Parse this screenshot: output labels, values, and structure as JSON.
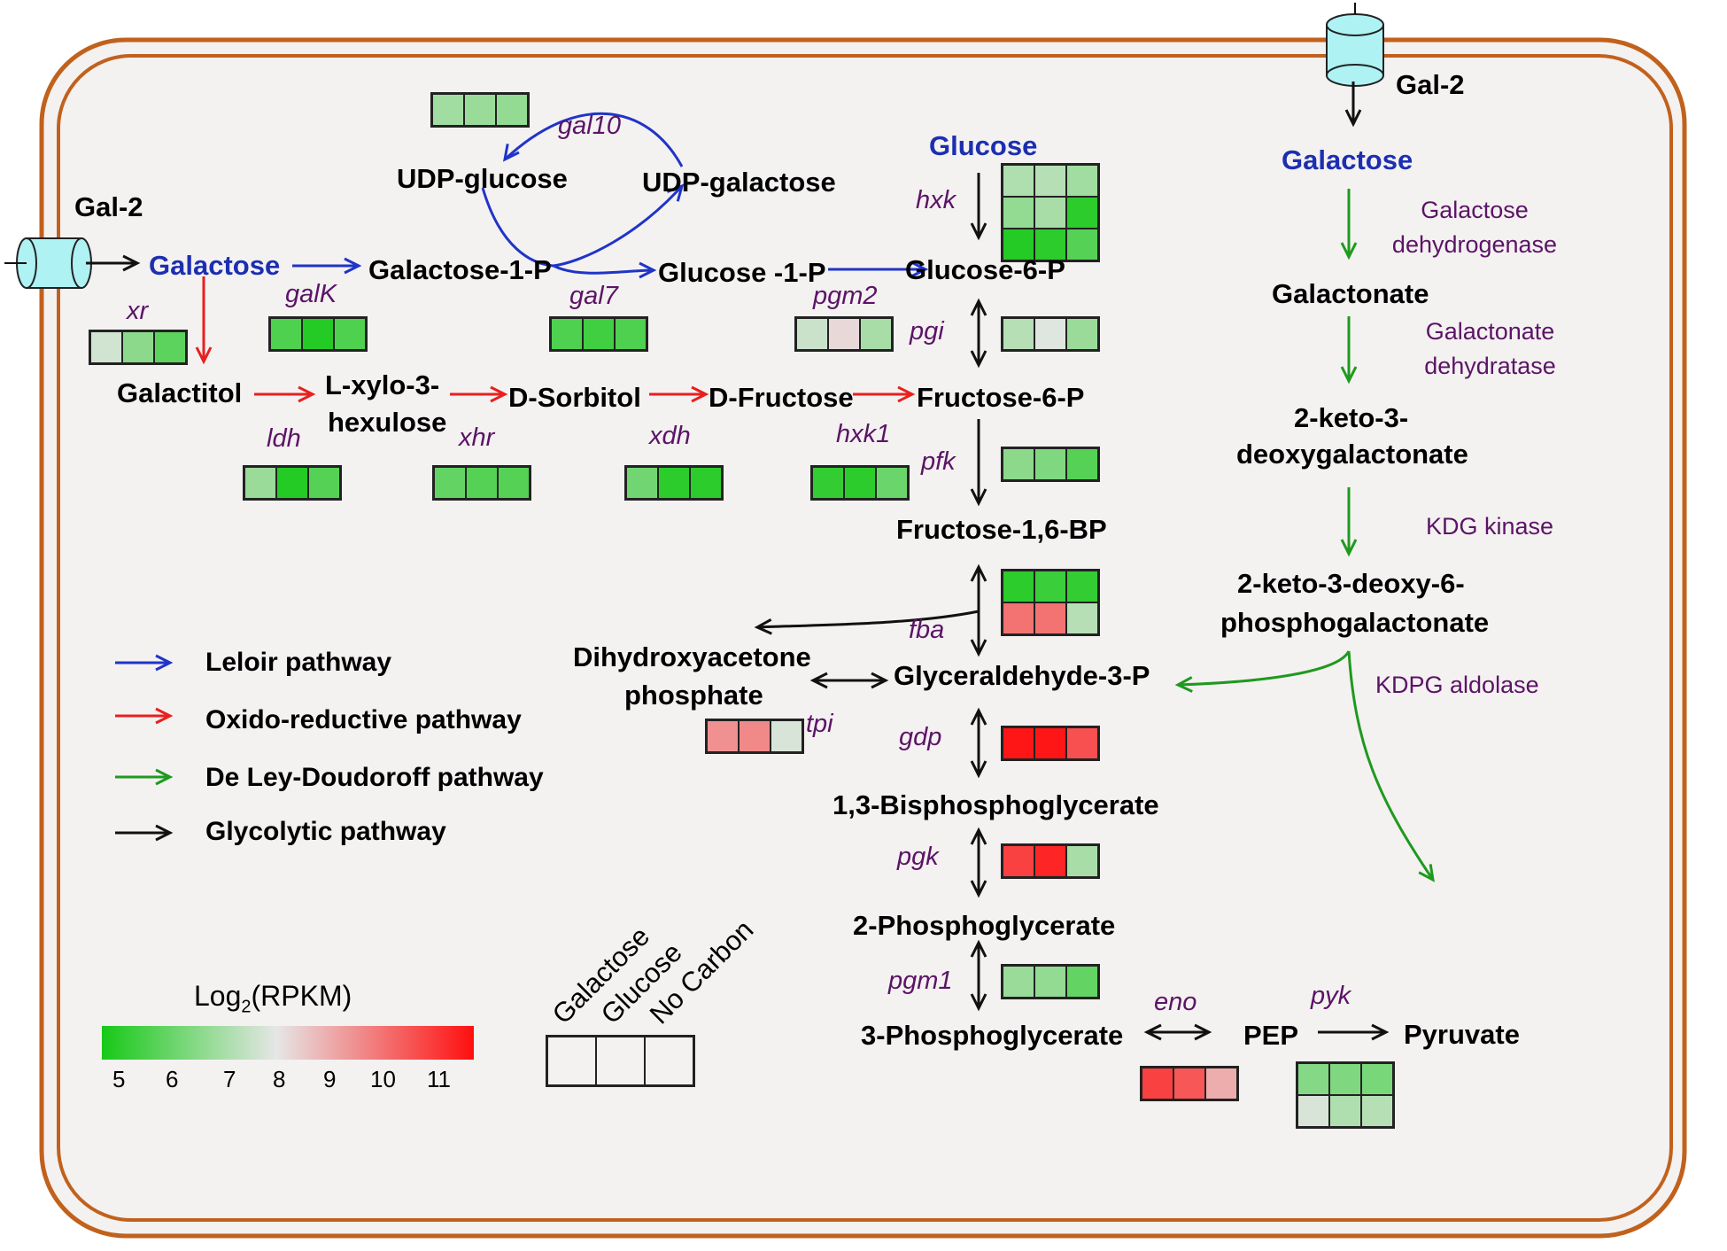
{
  "colors": {
    "leloir": "#1f34c8",
    "oxido": "#e8201e",
    "deley": "#1e9a1e",
    "glyco": "#111111",
    "cell_fill": "#f4f1f1",
    "membrane": "#c1611c",
    "transporter": "#aef2f4",
    "scale_low": "#17c917",
    "scale_mid": "#e6e6e6",
    "scale_high": "#ff0f0f"
  },
  "metabolites": {
    "gal2_left": "Gal-2",
    "gal2_right": "Gal-2",
    "galactose_left": "Galactose",
    "galactose_right": "Galactose",
    "udp_glucose": "UDP-glucose",
    "udp_galactose": "UDP-galactose",
    "galactose_1p": "Galactose-1-P",
    "glucose_1p": "Glucose -1-P",
    "glucose": "Glucose",
    "glucose_6p": "Glucose-6-P",
    "galactitol": "Galactitol",
    "lxylo_line1": "L-xylo-3-",
    "lxylo_line2": "hexulose",
    "d_sorbitol": "D-Sorbitol",
    "d_fructose": "D-Fructose",
    "fructose_6p": "Fructose-6-P",
    "fructose_16bp": "Fructose-1,6-BP",
    "dhap_line1": "Dihydroxyacetone",
    "dhap_line2": "phosphate",
    "g3p": "Glyceraldehyde-3-P",
    "bpg13": "1,3-Bisphosphoglycerate",
    "pg2": "2-Phosphoglycerate",
    "pg3": "3-Phosphoglycerate",
    "pep": "PEP",
    "pyruvate": "Pyruvate",
    "galactonate": "Galactonate",
    "kdg_line1": "2-keto-3-",
    "kdg_line2": "deoxygalactonate",
    "kdpg_line1": "2-keto-3-deoxy-6-",
    "kdpg_line2": "phosphogalactonate"
  },
  "genes": {
    "gal10": "gal10",
    "hxk": "hxk",
    "xr": "xr",
    "galK": "galK",
    "gal7": "gal7",
    "pgm2": "pgm2",
    "pgi": "pgi",
    "ldh": "ldh",
    "xhr": "xhr",
    "xdh": "xdh",
    "hxk1": "hxk1",
    "pfk": "pfk",
    "fba": "fba",
    "tpi": "tpi",
    "gdp": "gdp",
    "pgk": "pgk",
    "pgm1": "pgm1",
    "eno": "eno",
    "pyk": "pyk"
  },
  "enzymes": {
    "gal_dehydrogenase": "Galactose dehydrogenase",
    "galactonate_dehydratase": "Galactonate dehydratase",
    "kdg_kinase": "KDG kinase",
    "kdpg_aldolase": "KDPG aldolase"
  },
  "legend": {
    "leloir": "Leloir pathway",
    "oxido": "Oxido-reductive pathway",
    "deley": "De Ley-Doudoroff pathway",
    "glycolytic": "Glycolytic pathway"
  },
  "scale": {
    "title_main": "Log",
    "title_sub": "2",
    "title_rest": "(RPKM)",
    "ticks": [
      "5",
      "6",
      "7",
      "8",
      "9",
      "10",
      "11"
    ]
  },
  "conditions": [
    "Galactose",
    "Glucose",
    "No Carbon"
  ],
  "heatmaps": {
    "gal10": [
      [
        7.0,
        6.9,
        6.8
      ]
    ],
    "hxk": [
      [
        7.2,
        7.3,
        7.0
      ],
      [
        6.8,
        7.1,
        5.3
      ],
      [
        5.2,
        5.3,
        5.9
      ]
    ],
    "xr": [
      [
        7.7,
        6.7,
        6.0
      ]
    ],
    "galK": [
      [
        5.8,
        5.2,
        5.8
      ]
    ],
    "gal7": [
      [
        5.8,
        5.6,
        5.8
      ]
    ],
    "pgm2": [
      [
        7.6,
        8.2,
        7.1
      ]
    ],
    "pgi": [
      [
        7.3,
        7.9,
        6.9
      ]
    ],
    "ldh": [
      [
        6.9,
        5.2,
        5.9
      ]
    ],
    "xhr": [
      [
        6.1,
        5.9,
        5.9
      ]
    ],
    "xdh": [
      [
        6.3,
        5.3,
        5.3
      ]
    ],
    "hxk1": [
      [
        5.4,
        5.3,
        6.2
      ]
    ],
    "pfk": [
      [
        6.7,
        6.5,
        5.9
      ]
    ],
    "fba": [
      [
        5.3,
        5.5,
        5.4
      ],
      [
        9.6,
        9.6,
        7.3
      ]
    ],
    "tpi": [
      [
        9.2,
        9.3,
        7.8
      ]
    ],
    "gdp": [
      [
        10.9,
        10.9,
        10.1
      ]
    ],
    "pgk": [
      [
        10.3,
        10.7,
        7.1
      ]
    ],
    "pgm1": [
      [
        6.9,
        6.8,
        6.1
      ]
    ],
    "eno": [
      [
        10.3,
        10.0,
        8.8
      ]
    ],
    "pyk": [
      [
        6.6,
        6.5,
        6.4
      ],
      [
        7.8,
        7.2,
        7.3
      ]
    ]
  }
}
